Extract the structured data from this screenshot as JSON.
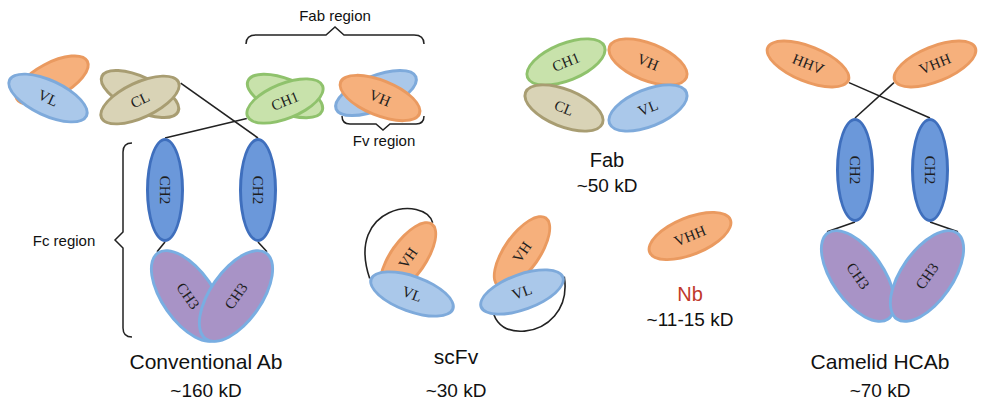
{
  "diagram": {
    "nodes": [
      {
        "text": [
          "VL"
        ]
      },
      {
        "text": [
          "CL"
        ]
      },
      {
        "text": [
          "CH1"
        ]
      },
      {
        "text": [
          "VH"
        ]
      },
      {
        "text": [
          "CH2"
        ]
      },
      {
        "text": [
          "CH2"
        ]
      },
      {
        "text": [
          "CH3"
        ]
      },
      {
        "text": [
          "CH3"
        ]
      },
      {
        "text": [
          "CH1"
        ]
      },
      {
        "text": [
          "VH"
        ]
      },
      {
        "text": [
          "CL"
        ]
      },
      {
        "text": [
          "VL"
        ]
      },
      {
        "text": [
          "VH"
        ]
      },
      {
        "text": [
          "VL"
        ]
      },
      {
        "text": [
          "VH"
        ]
      },
      {
        "text": [
          "VL"
        ]
      },
      {
        "text": [
          "VHH"
        ]
      },
      {
        "text": [
          "VHH"
        ]
      },
      {
        "text": [
          "VHH"
        ]
      },
      {
        "text": [
          "CH2"
        ]
      },
      {
        "text": [
          "CH2"
        ]
      },
      {
        "text": [
          "CH3"
        ]
      },
      {
        "text": [
          "CH3"
        ]
      }
    ],
    "edges": [
      {
        "from": 1,
        "to": 5,
        "arrow": "none"
      },
      {
        "from": 2,
        "to": 4,
        "arrow": "none"
      },
      {
        "from": 4,
        "to": 6,
        "arrow": "none"
      },
      {
        "from": 5,
        "to": 7,
        "arrow": "none"
      },
      {
        "from": 12,
        "to": 13,
        "arrow": "none"
      },
      {
        "from": 14,
        "to": 15,
        "arrow": "none"
      },
      {
        "from": 17,
        "to": 20,
        "arrow": "none"
      },
      {
        "from": 18,
        "to": 19,
        "arrow": "none"
      },
      {
        "from": 19,
        "to": 21,
        "arrow": "none"
      },
      {
        "from": 20,
        "to": 22,
        "arrow": "none"
      }
    ],
    "labels": [
      "Fab region",
      "Fv region",
      "Fc region",
      "Conventional Ab",
      "~160 kD",
      "Fab",
      "~50 kD",
      "scFv",
      "~30 kD",
      "Nb",
      "~11-15 kD",
      "Camelid HCAb",
      "~70 kD"
    ]
  }
}
